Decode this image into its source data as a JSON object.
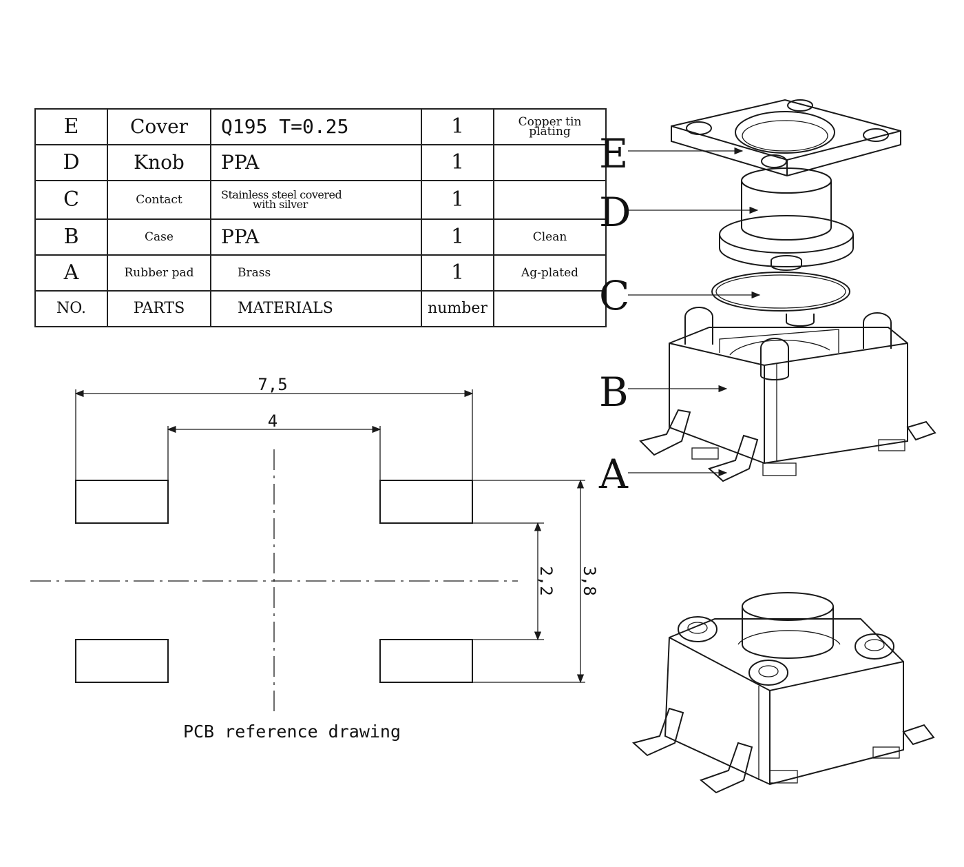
{
  "bom": {
    "rows": [
      {
        "no": "E",
        "part": "Cover",
        "material": "Q195 T=0.25",
        "number": "1",
        "remark_l1": "Copper tin",
        "remark_l2": "plating"
      },
      {
        "no": "D",
        "part": "Knob",
        "material": "PPA",
        "number": "1",
        "remark_l1": "",
        "remark_l2": ""
      },
      {
        "no": "C",
        "part": "Contact",
        "material_l1": "Stainless steel covered",
        "material_l2": "with silver",
        "number": "1",
        "remark_l1": "",
        "remark_l2": ""
      },
      {
        "no": "B",
        "part": "Case",
        "material": "PPA",
        "number": "1",
        "remark_l1": "Clean",
        "remark_l2": ""
      },
      {
        "no": "A",
        "part": "Rubber pad",
        "material": "Brass",
        "number": "1",
        "remark_l1": "Ag-plated",
        "remark_l2": ""
      }
    ],
    "header": {
      "no": "NO.",
      "part": "PARTS",
      "material": "MATERIALS",
      "number": "number",
      "remark": ""
    }
  },
  "pcb": {
    "caption": "PCB reference drawing",
    "dims": {
      "overall_width": "7,5",
      "inner_width": "4",
      "inner_height": "2,2",
      "overall_height": "3,8"
    }
  },
  "exploded": {
    "labels": [
      "E",
      "D",
      "C",
      "B",
      "A"
    ]
  }
}
